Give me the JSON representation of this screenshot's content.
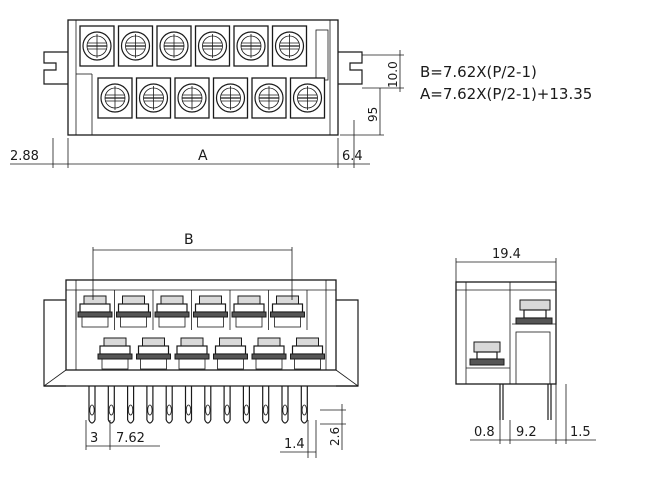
{
  "formulas": {
    "b": "B=7.62X(P/2-1)",
    "a": "A=7.62X(P/2-1)+13.35"
  },
  "top_view": {
    "dim_a": "A",
    "dim_left": "2.88",
    "dim_right": "6.4",
    "dim_height": "10.0",
    "dim_lower": "95"
  },
  "front_view": {
    "dim_b": "B",
    "dim_pin_offset": "3",
    "dim_pitch": "7.62",
    "dim_pin_width": "1.4",
    "dim_pin_len": "2.6"
  },
  "side_view": {
    "dim_width": "19.4",
    "dim_left": "0.8",
    "dim_mid": "9.2",
    "dim_right": "1.5"
  },
  "colors": {
    "line": "#1a1a1a",
    "fill_light": "#d9d9d9"
  },
  "icons": {
    "terminal": "screw-terminal-icon",
    "pin": "solder-pin-icon"
  }
}
